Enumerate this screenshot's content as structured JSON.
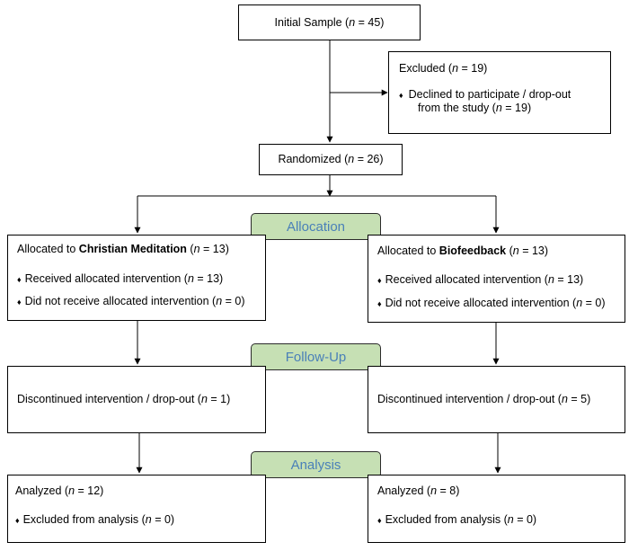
{
  "initial_sample": {
    "label": "Initial Sample (",
    "n_var": "n",
    "rest": " = 45)"
  },
  "excluded": {
    "title_label": "Excluded  (",
    "title_n": "n",
    "title_rest": " = 19)",
    "bullet": "♦",
    "reason_line1": "Declined to participate / drop-out",
    "reason_line2_label": "from the study (",
    "reason_line2_n": "n",
    "reason_line2_rest": " = 19)"
  },
  "randomized": {
    "label": "Randomized (",
    "n_var": "n",
    "rest": " = 26)"
  },
  "stages": {
    "allocation": "Allocation",
    "follow_up": "Follow-Up",
    "analysis": "Analysis"
  },
  "left_arm": {
    "allocated_prefix": "Allocated to ",
    "group": "Christian Meditation",
    "allocated_paren": " (",
    "n_var": "n",
    "allocated_rest": " = 13)",
    "received_label": "Received allocated intervention (",
    "received_rest": " = 13)",
    "not_received_label": "Did not receive allocated intervention (",
    "not_received_rest": " = 0)",
    "discontinued_label": "Discontinued intervention / drop-out (",
    "discontinued_rest": " = 1)",
    "analyzed_label": "Analyzed  (",
    "analyzed_rest": " = 12)",
    "excluded_label": "Excluded from analysis (",
    "excluded_rest": " = 0)"
  },
  "right_arm": {
    "allocated_prefix": "Allocated to ",
    "group": "Biofeedback",
    "allocated_paren": " (",
    "n_var": "n",
    "allocated_rest": " = 13)",
    "received_label": "Received allocated intervention (",
    "received_rest": " = 13)",
    "not_received_label": "Did not receive allocated intervention (",
    "not_received_rest": " = 0)",
    "discontinued_label": "Discontinued intervention / drop-out (",
    "discontinued_rest": " = 5)",
    "analyzed_label": "Analyzed  (",
    "analyzed_rest": " = 8)",
    "excluded_label": "Excluded from analysis (",
    "excluded_rest": " = 0)"
  },
  "bullet": "♦",
  "colors": {
    "stage_fill": "#c6e0b4",
    "stage_text": "#4a80b8",
    "border": "#000000"
  }
}
